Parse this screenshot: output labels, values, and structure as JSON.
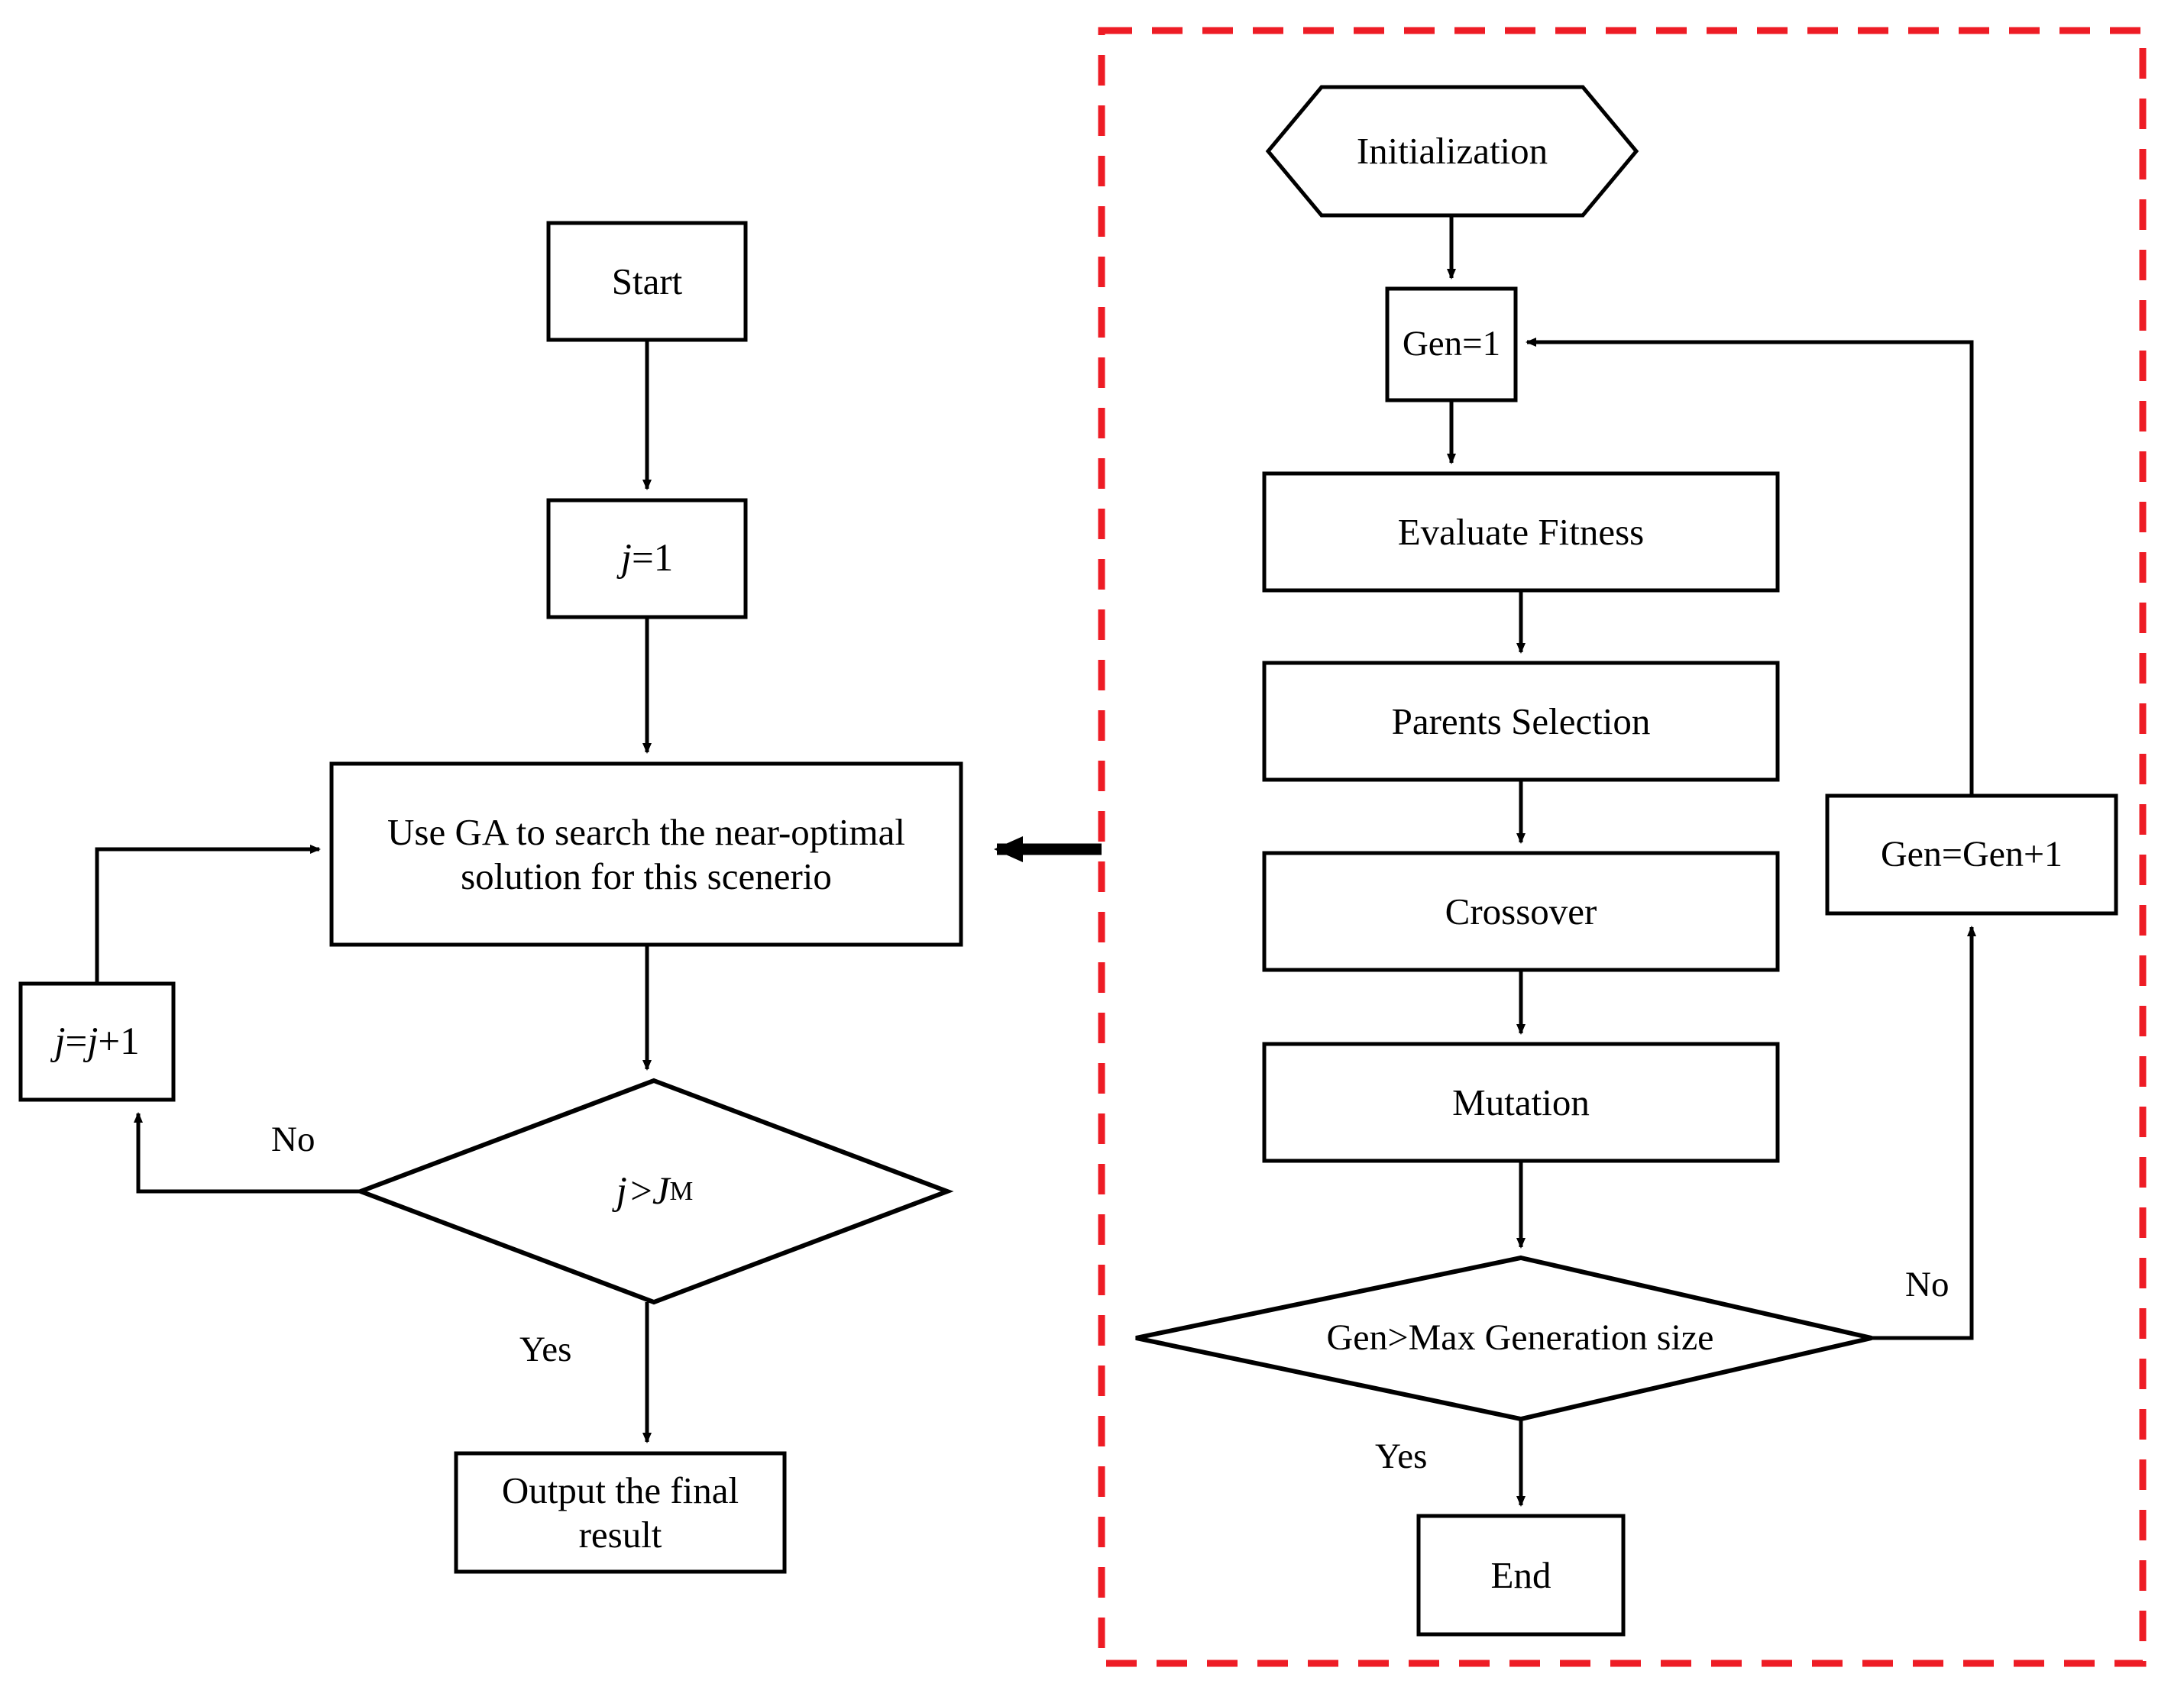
{
  "diagram": {
    "type": "flowchart",
    "title": "GA based scenario optimization flowchart",
    "colors": {
      "stroke": "#000000",
      "fill": "#ffffff",
      "group_border": "#ee1c25",
      "background": "#ffffff"
    },
    "group_box": {
      "name": "genetic-algorithm-subprocess",
      "border_style": "dashed",
      "border_color": "#ee1c25"
    },
    "left_flow": {
      "nodes": [
        {
          "id": "start",
          "shape": "rect",
          "label": "Start"
        },
        {
          "id": "jinit",
          "shape": "rect",
          "label": "j=1",
          "italic_var": "j"
        },
        {
          "id": "usega",
          "shape": "rect",
          "label": "Use GA to search the near-optimal solution for this scenerio"
        },
        {
          "id": "jincr",
          "shape": "rect",
          "label": "j=j+1",
          "italic_var": "j"
        },
        {
          "id": "jcheck",
          "shape": "diamond",
          "label": "j >J M",
          "label_parts": {
            "var1": "j",
            "op": " >",
            "var2": "J",
            "sup": "M"
          }
        },
        {
          "id": "output",
          "shape": "rect",
          "label": "Output the final result"
        }
      ],
      "edge_labels": [
        {
          "id": "jcheck-no",
          "text": "No"
        },
        {
          "id": "jcheck-yes",
          "text": "Yes"
        }
      ]
    },
    "right_flow": {
      "nodes": [
        {
          "id": "init",
          "shape": "hexagon",
          "label": "Initialization"
        },
        {
          "id": "gen1",
          "shape": "rect",
          "label": "Gen=1"
        },
        {
          "id": "evalfit",
          "shape": "rect",
          "label": "Evaluate Fitness"
        },
        {
          "id": "parents",
          "shape": "rect",
          "label": "Parents Selection"
        },
        {
          "id": "crossover",
          "shape": "rect",
          "label": "Crossover"
        },
        {
          "id": "mutation",
          "shape": "rect",
          "label": "Mutation"
        },
        {
          "id": "gencheck",
          "shape": "diamond",
          "label": "Gen>Max Generation size"
        },
        {
          "id": "genincr",
          "shape": "rect",
          "label": "Gen=Gen+1"
        },
        {
          "id": "end",
          "shape": "rect",
          "label": "End"
        }
      ],
      "edge_labels": [
        {
          "id": "gencheck-no",
          "text": "No"
        },
        {
          "id": "gencheck-yes",
          "text": "Yes"
        }
      ]
    }
  }
}
